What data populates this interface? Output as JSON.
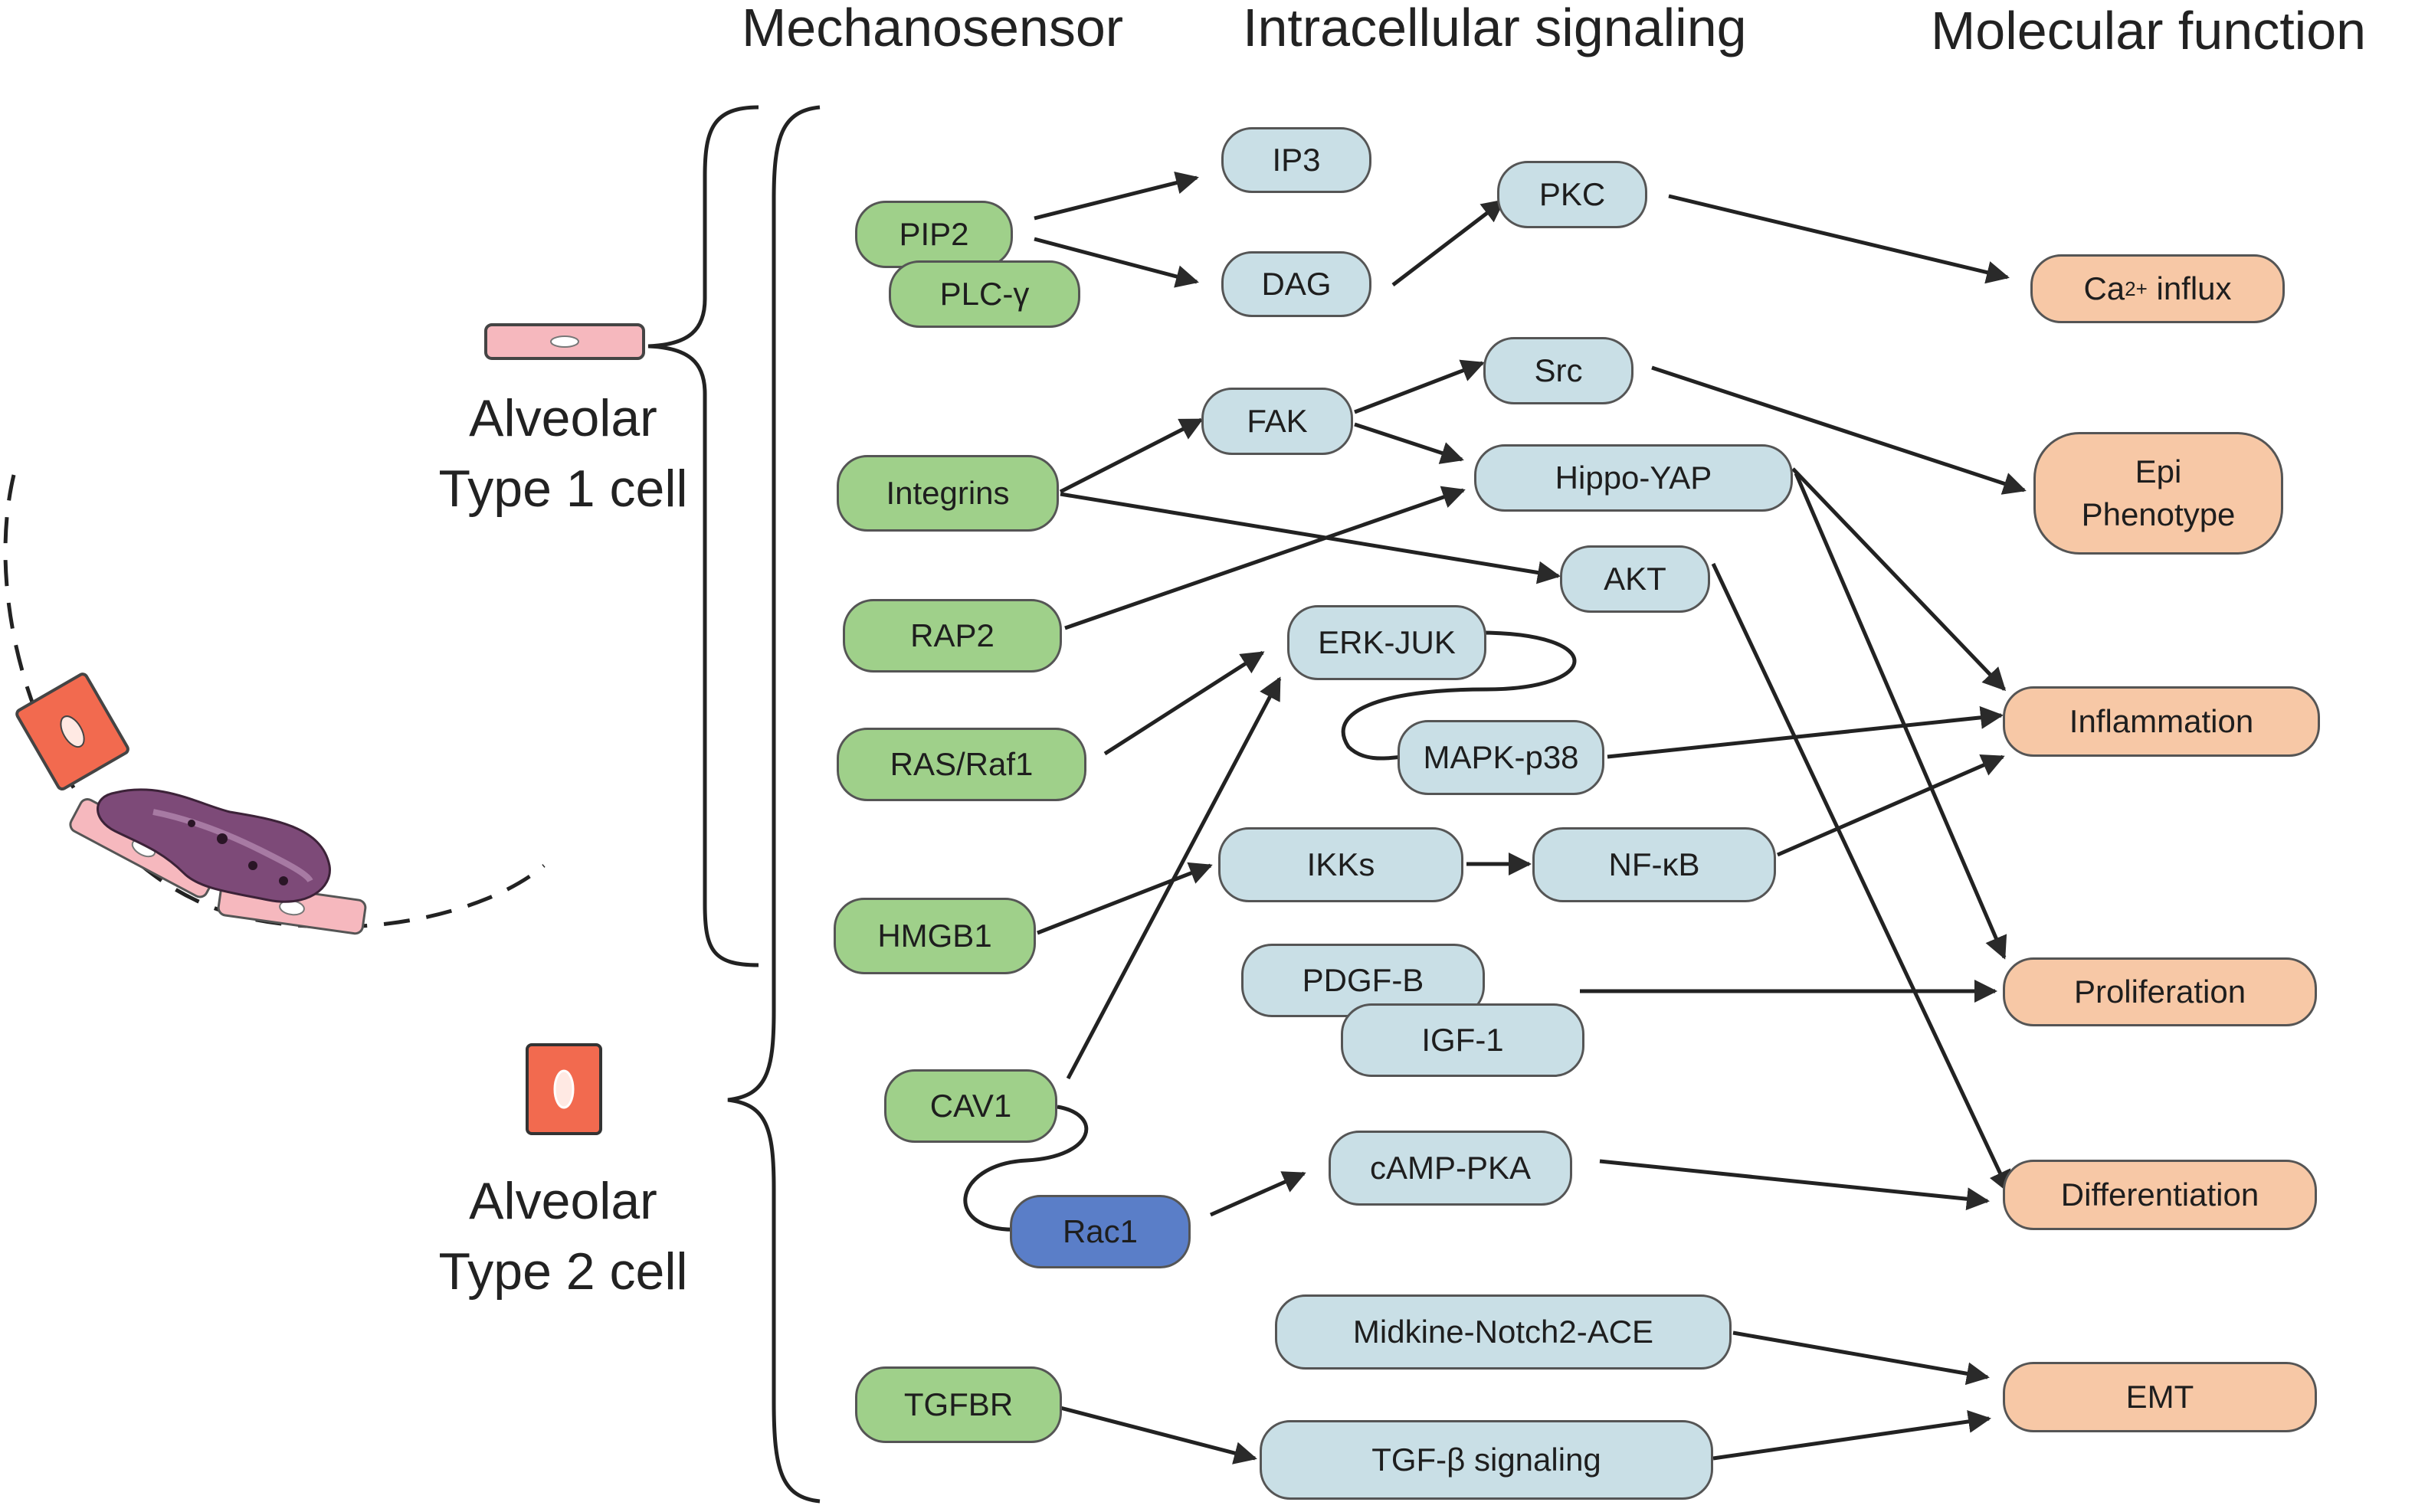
{
  "headers": {
    "mechanosensor": "Mechanosensor",
    "intracellular": "Intracellular signaling",
    "molecular": "Molecular function"
  },
  "cells": {
    "type1": [
      "Alveolar",
      "Type 1 cell"
    ],
    "type2": [
      "Alveolar",
      "Type 2 cell"
    ]
  },
  "sensors": {
    "pip2": "PIP2",
    "plc": "PLC-γ",
    "integrins": "Integrins",
    "rap2": "RAP2",
    "rasraf": "RAS/Raf1",
    "hmgb1": "HMGB1",
    "cav1": "CAV1",
    "rac1": "Rac1",
    "tgfbr": "TGFBR"
  },
  "signals": {
    "ip3": "IP3",
    "dag": "DAG",
    "pkc": "PKC",
    "fak": "FAK",
    "src": "Src",
    "hippo": "Hippo-YAP",
    "akt": "AKT",
    "erk": "ERK-JUK",
    "mapk": "MAPK-p38",
    "ikks": "IKKs",
    "nfkb": "NF-κB",
    "pdgfb": "PDGF-B",
    "igf1": "IGF-1",
    "camp": "cAMP-PKA",
    "midkine": "Midkine-Notch2-ACE",
    "tgfb": "TGF-β signaling"
  },
  "functions": {
    "ca_pre": "Ca",
    "ca_sup": "2+",
    "ca_post": " influx",
    "epi": [
      "Epi",
      "Phenotype"
    ],
    "inflammation": "Inflammation",
    "proliferation": "Proliferation",
    "differentiation": "Differentiation",
    "emt": "EMT"
  },
  "colors": {
    "sensor": "#9fd08a",
    "sensor_alt": "#5a7ec8",
    "signal": "#c9dfe6",
    "function": "#f7c8a6",
    "type1_cell": "#f6b8be",
    "type2_cell": "#f26a4f",
    "macrophage": "#7d4a78"
  },
  "icons": {
    "type1": "alveolar-type1-cell-icon",
    "type2": "alveolar-type2-cell-icon",
    "alveolus": "alveolus-cross-section-icon"
  }
}
